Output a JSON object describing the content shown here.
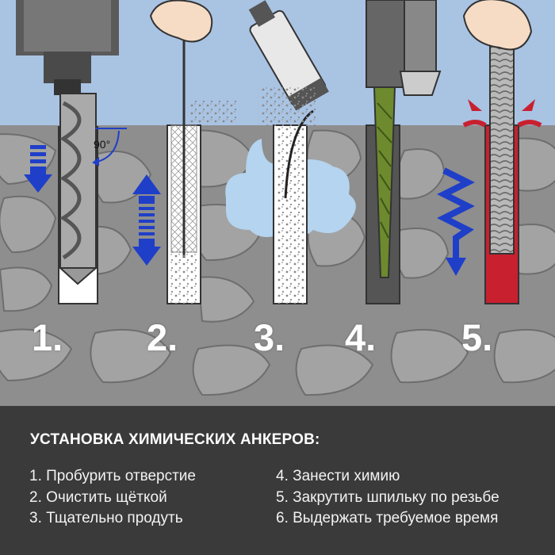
{
  "steps": [
    {
      "number": "1.",
      "text": "1. Пробурить отверстие"
    },
    {
      "number": "2.",
      "text": "2. Очистить щёткой"
    },
    {
      "number": "3.",
      "text": "3. Тщательно продуть"
    },
    {
      "number": "4.",
      "text": "4. Занести химию"
    },
    {
      "number": "5.",
      "text": "5. Закрутить шпильку по резьбе"
    },
    {
      "number": "",
      "text": "6. Выдержать требуемое время"
    }
  ],
  "angle_label": "90°",
  "panel": {
    "title": "УСТАНОВКА ХИМИЧЕСКИХ АНКЕРОВ:"
  },
  "colors": {
    "sky": "#a9c3e3",
    "ground": "#8e8e8e",
    "arrow_blue": "#1f3fc8",
    "air_cloud": "#b4d4ef",
    "chem_green": "#6d8a2e",
    "anchor_red": "#c8202f",
    "panel_bg": "#3a3a3a"
  }
}
